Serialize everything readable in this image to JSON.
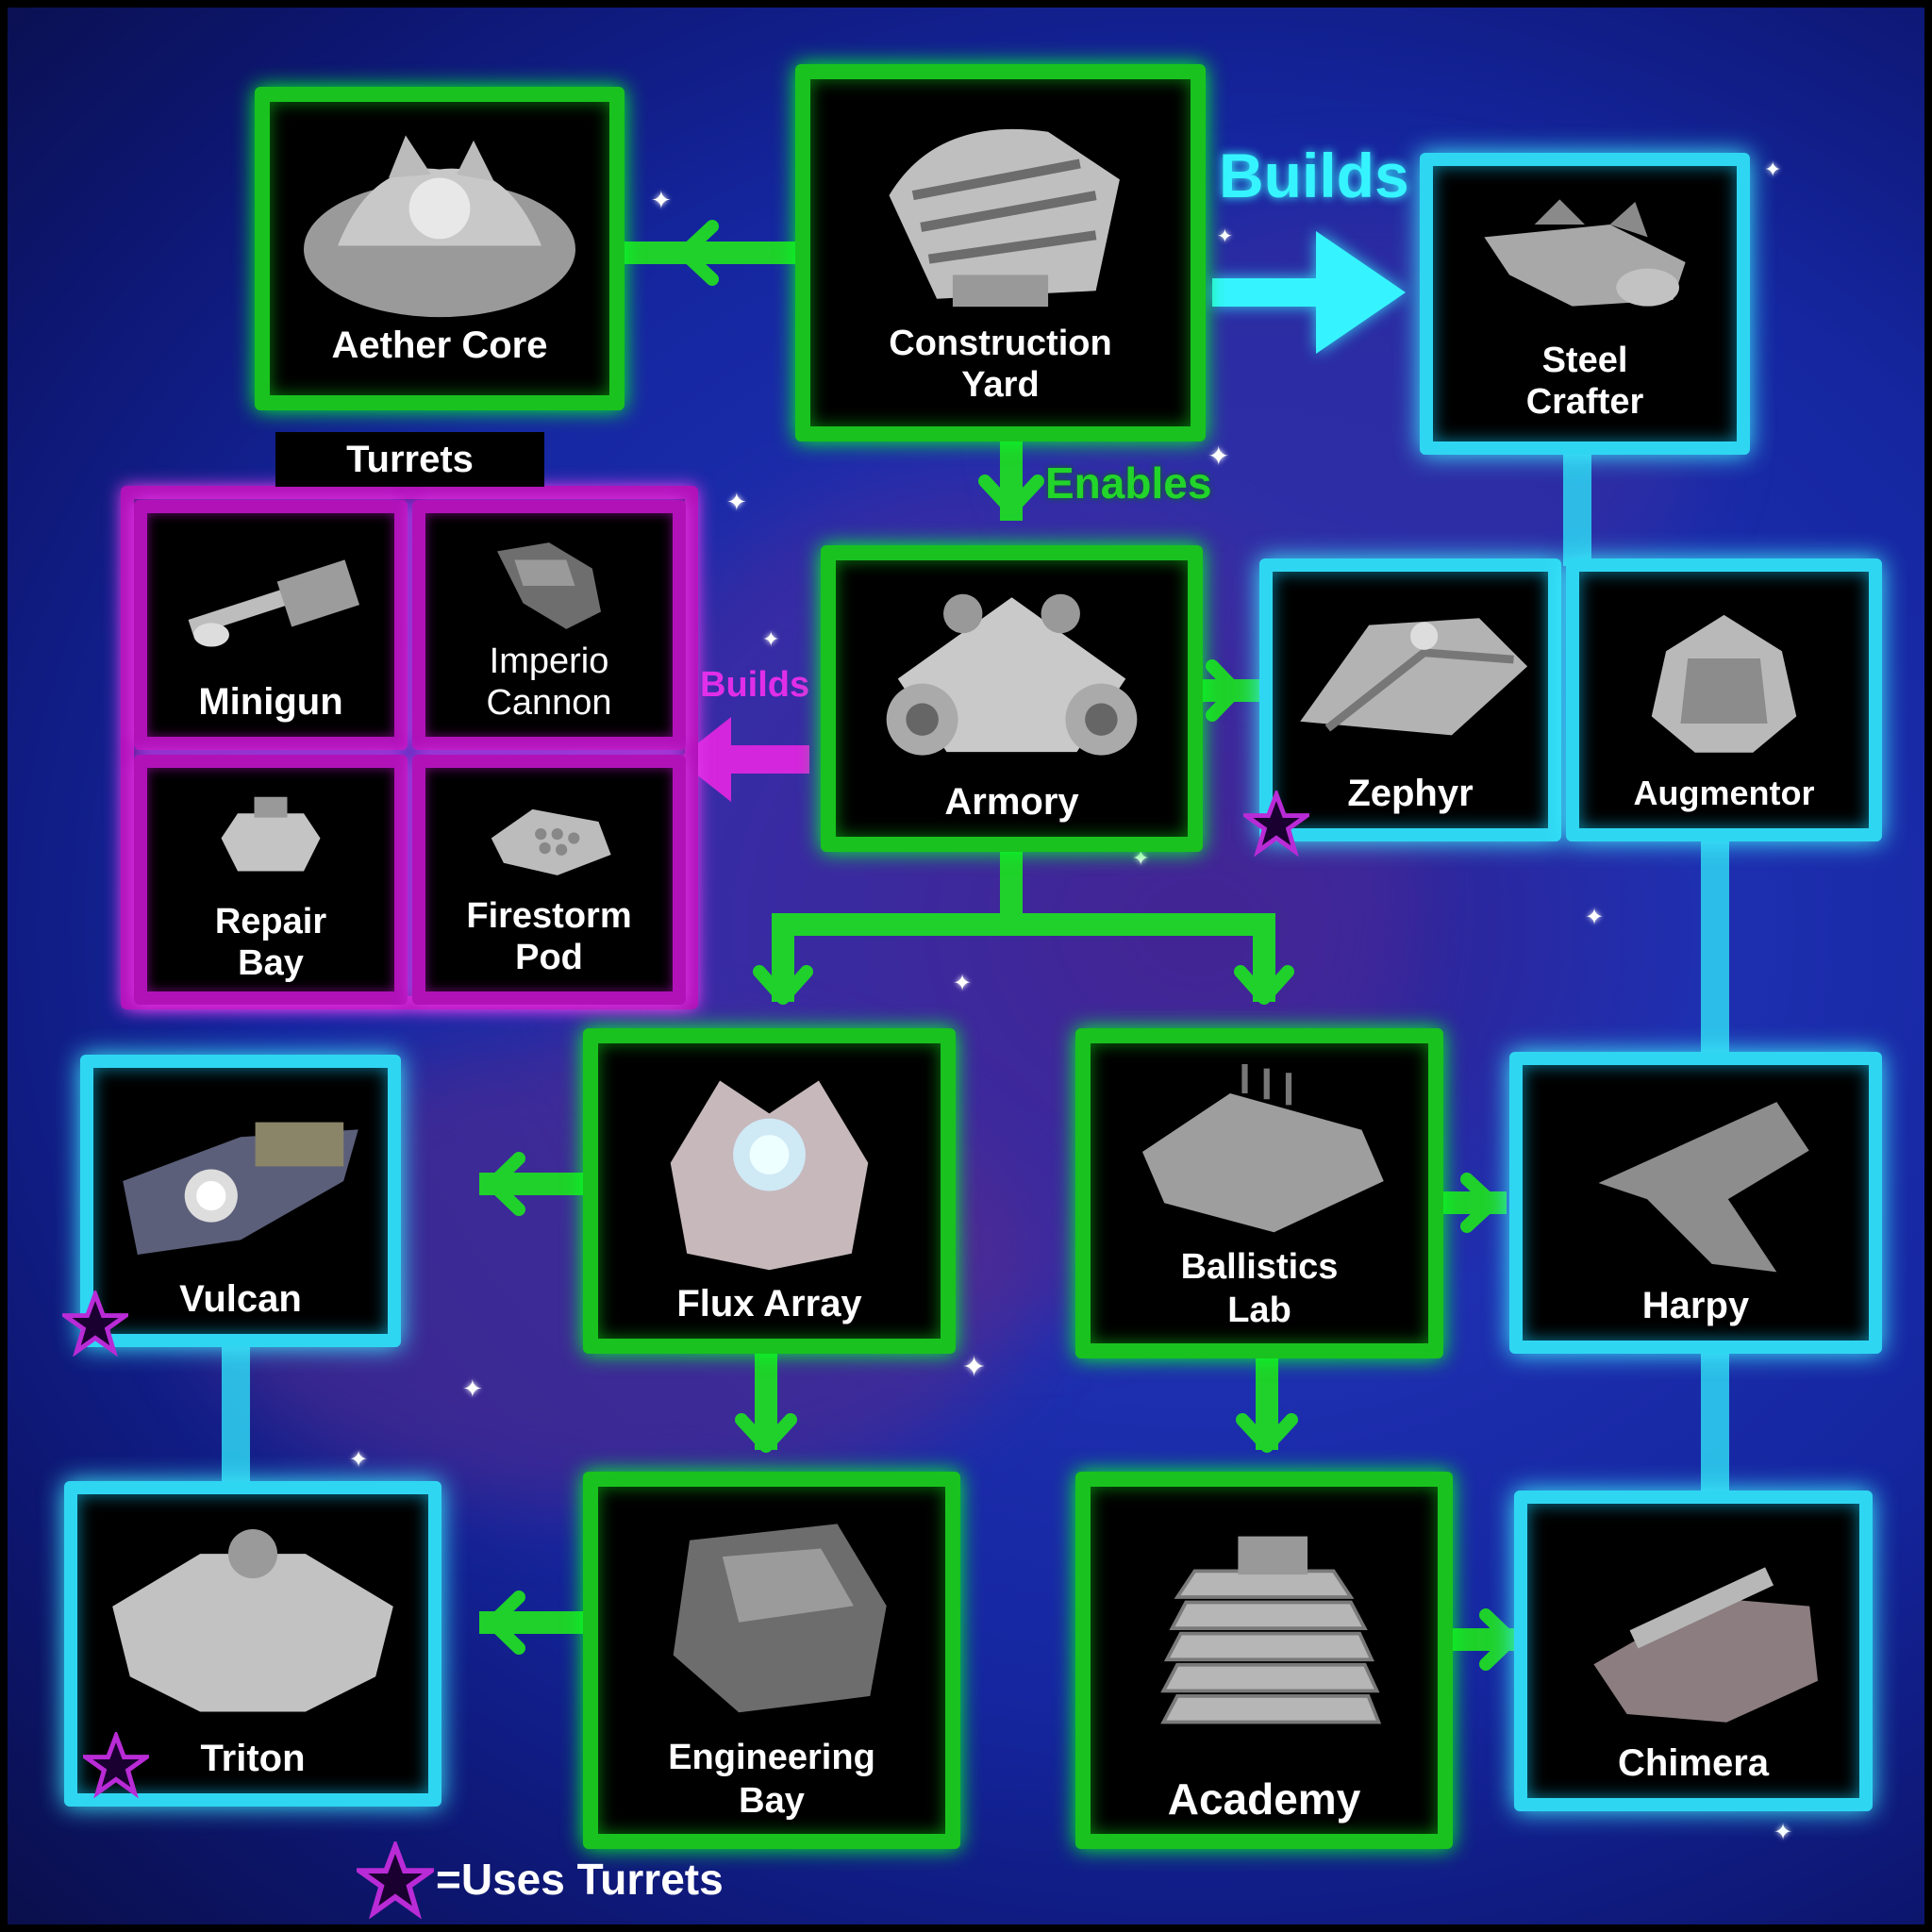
{
  "colors": {
    "enables": "#1fd12a",
    "builds_cyan": "#36f4ff",
    "builds_magenta": "#d426dc",
    "turret_star": "#9b1fb8"
  },
  "diagram": {
    "tags": {
      "builds_top": "Builds",
      "enables": "Enables",
      "builds_turrets": "Builds"
    },
    "turrets_heading": "Turrets",
    "legend": "=Uses Turrets",
    "nodes": {
      "aether_core": "Aether Core",
      "construction_yard": "Construction\nYard",
      "steel_crafter": "Steel\nCrafter",
      "armory": "Armory",
      "zephyr": "Zephyr",
      "augmentor": "Augmentor",
      "minigun": "Minigun",
      "imperio_cannon": "Imperio\nCannon",
      "repair_bay": "Repair\nBay",
      "firestorm_pod": "Firestorm\nPod",
      "vulcan": "Vulcan",
      "flux_array": "Flux Array",
      "ballistics_lab": "Ballistics\nLab",
      "harpy": "Harpy",
      "triton": "Triton",
      "engineering_bay": "Engineering\nBay",
      "academy": "Academy",
      "chimera": "Chimera"
    }
  }
}
